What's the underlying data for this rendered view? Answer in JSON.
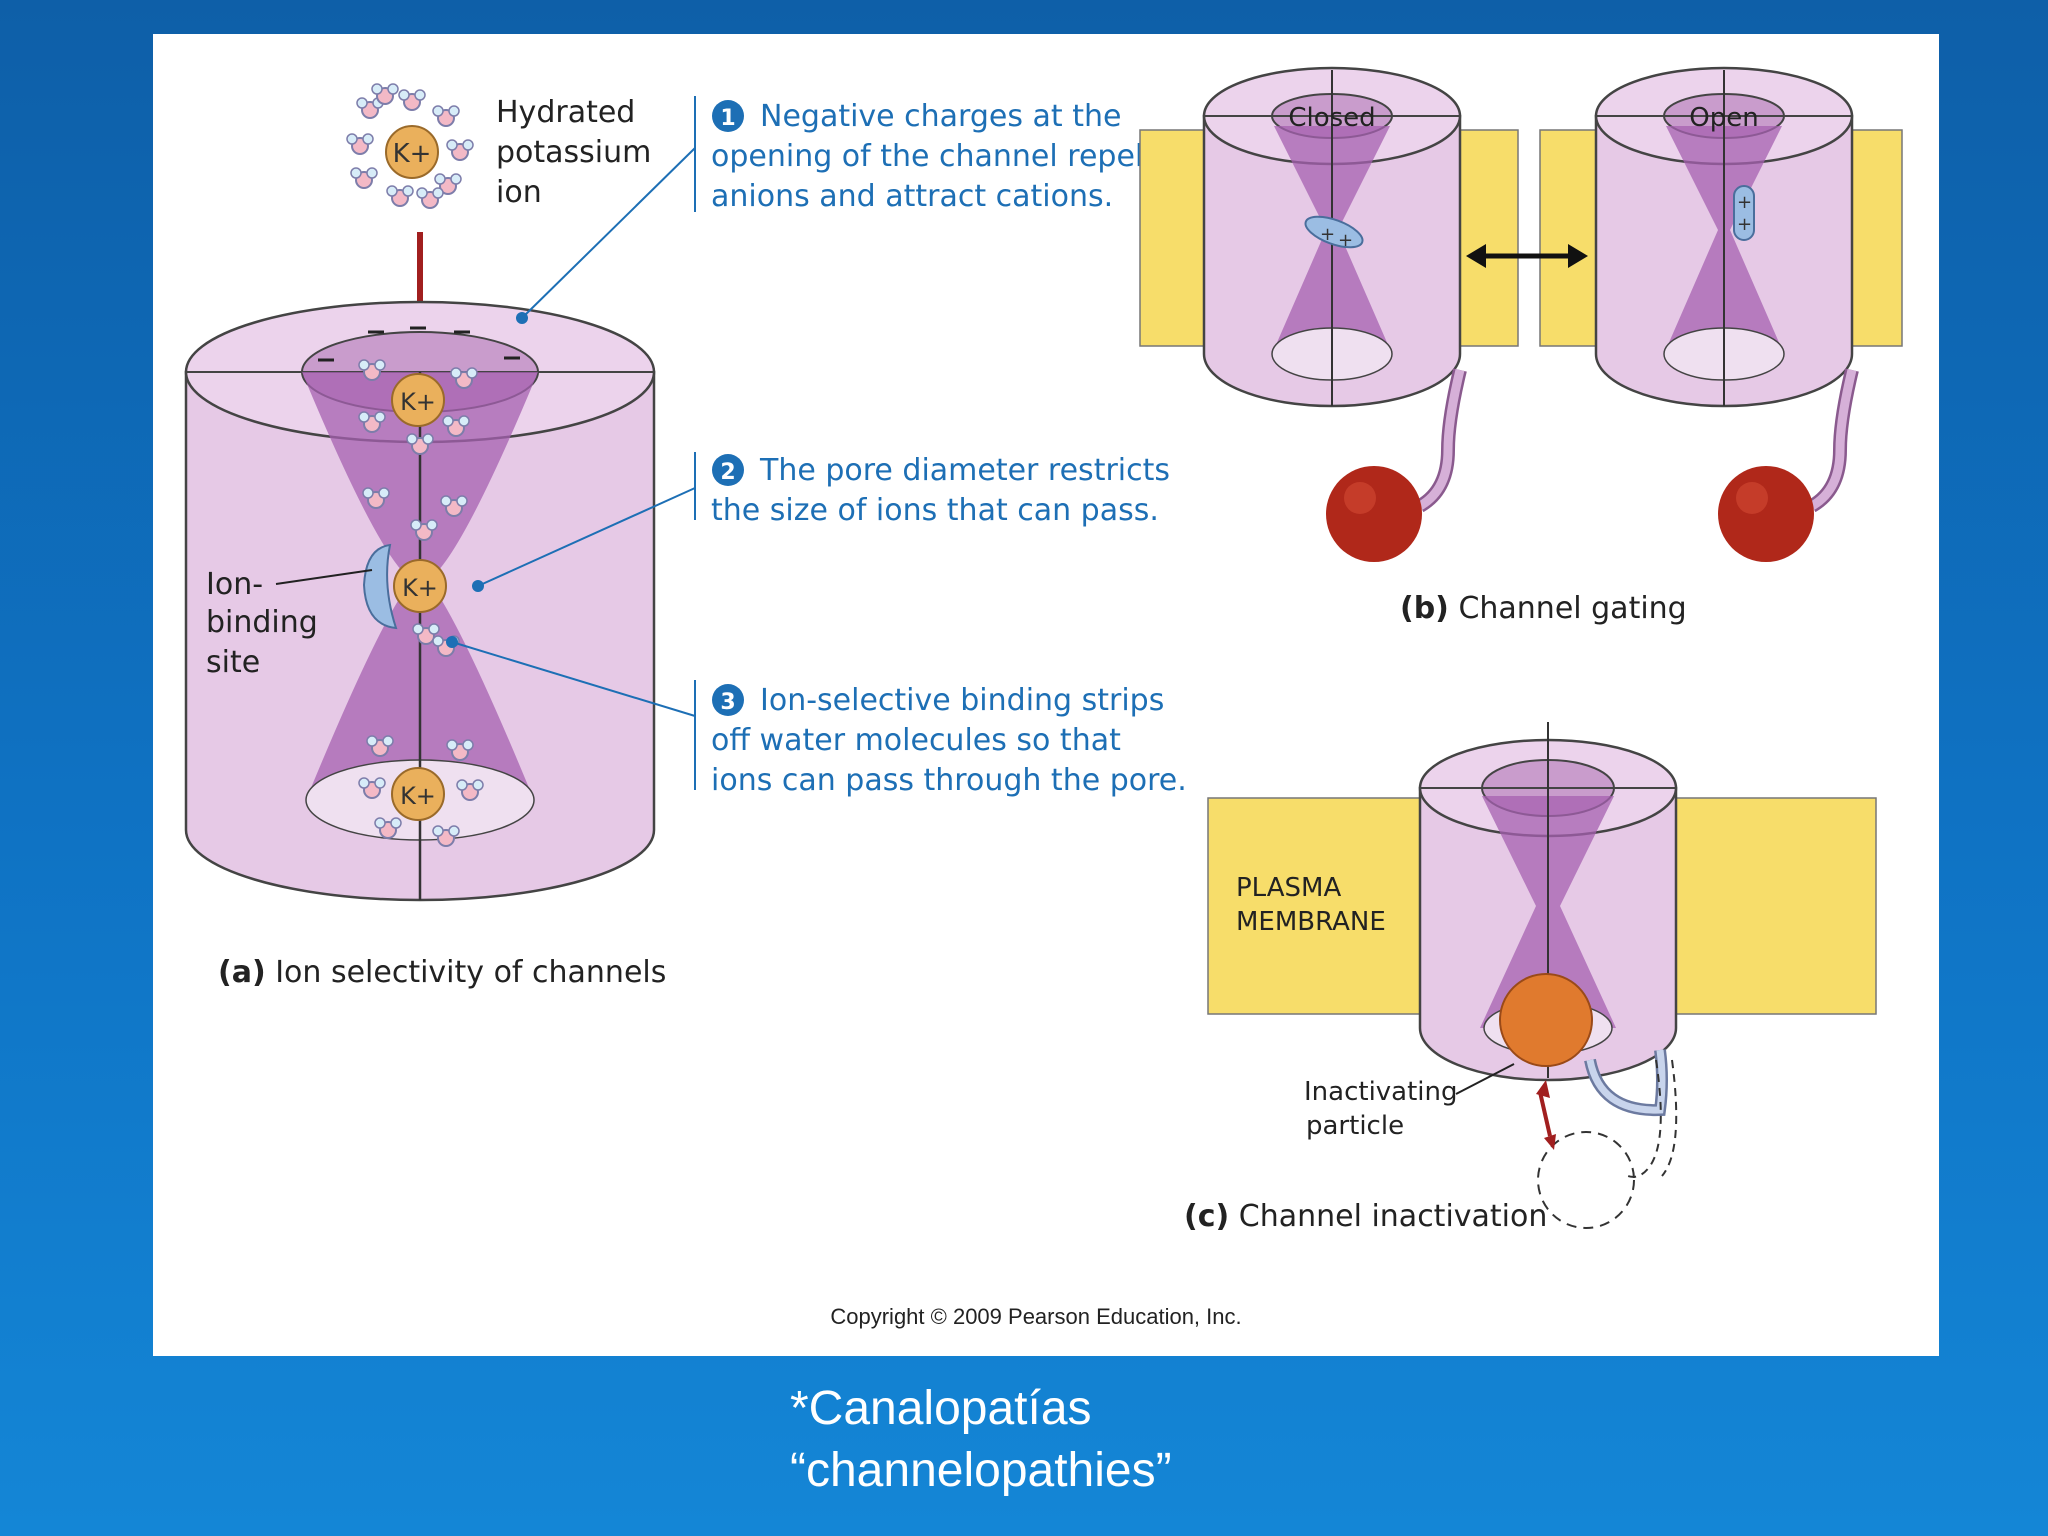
{
  "panel_a": {
    "hydrated_ion_label": [
      "Hydrated",
      "potassium",
      "ion"
    ],
    "ion_symbol": "K+",
    "binding_site_label": [
      "Ion-",
      "binding",
      "site"
    ],
    "caption_letter": "(a)",
    "caption_text": " Ion selectivity of channels",
    "steps": [
      {
        "number": "1",
        "lines": [
          "Negative charges at the",
          "opening of the channel repel",
          "anions and attract cations."
        ]
      },
      {
        "number": "2",
        "lines": [
          "The pore diameter restricts",
          "the size of ions that can pass."
        ]
      },
      {
        "number": "3",
        "lines": [
          "Ion-selective binding strips",
          "off water molecules so that",
          "ions can pass through the pore."
        ]
      }
    ]
  },
  "panel_b": {
    "closed_label": "Closed",
    "open_label": "Open",
    "caption_letter": "(b)",
    "caption_text": " Channel gating"
  },
  "panel_c": {
    "membrane_label": [
      "PLASMA",
      "MEMBRANE"
    ],
    "particle_label": [
      "Inactivating",
      "particle"
    ],
    "caption_letter": "(c)",
    "caption_text": " Channel inactivation"
  },
  "copyright": "Copyright © 2009 Pearson Education, Inc.",
  "slide_caption": [
    "*Canalopatías",
    "“channelopathies”"
  ],
  "colors": {
    "background": "#0f73c4",
    "channel": "#e6c9e6",
    "pore": "#a560b0",
    "membrane": "#f7dd6a",
    "accent_blue": "#1d6fb5",
    "ion": "#eab05c",
    "ball": "#b0281a"
  }
}
